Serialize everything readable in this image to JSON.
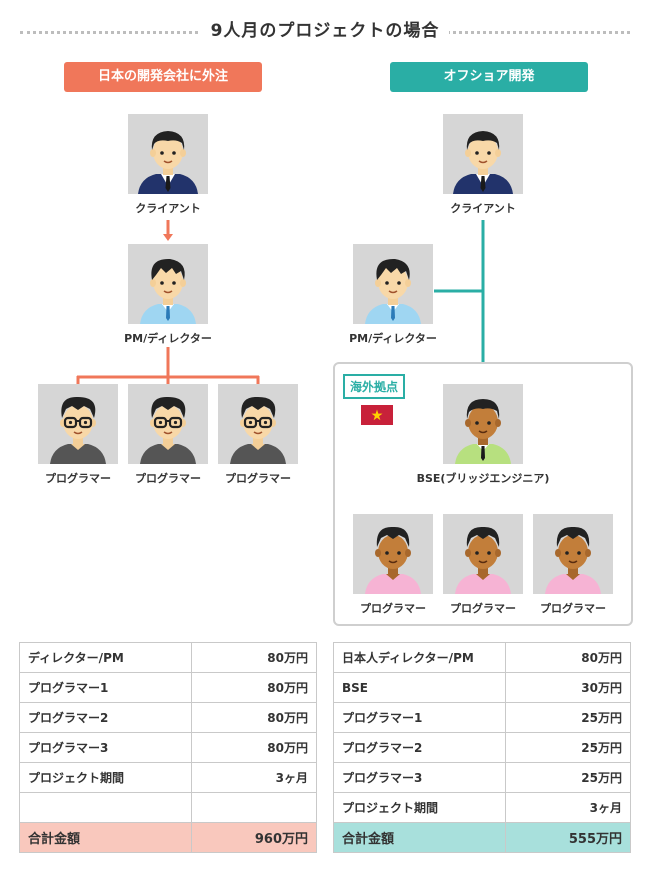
{
  "title": "9人月のプロジェクトの場合",
  "colors": {
    "orange": "#f0775a",
    "teal": "#2aaea5"
  },
  "left": {
    "header": "日本の開発会社に外注",
    "client": "クライアント",
    "pm": "PM/ディレクター",
    "programmers": [
      "プログラマー",
      "プログラマー",
      "プログラマー"
    ]
  },
  "right": {
    "header": "オフショア開発",
    "client": "クライアント",
    "pm": "PM/ディレクター",
    "base_label": "海外拠点",
    "flag_icon": "vietnam-flag-icon",
    "bse": "BSE(ブリッジエンジニア)",
    "programmers": [
      "プログラマー",
      "プログラマー",
      "プログラマー"
    ]
  },
  "left_table": {
    "rows": [
      [
        "ディレクター/PM",
        "80万円"
      ],
      [
        "プログラマー1",
        "80万円"
      ],
      [
        "プログラマー2",
        "80万円"
      ],
      [
        "プログラマー3",
        "80万円"
      ],
      [
        "プロジェクト期間",
        "3ヶ月"
      ],
      [
        "",
        ""
      ]
    ],
    "total": [
      "合計金額",
      "960万円"
    ]
  },
  "right_table": {
    "rows": [
      [
        "日本人ディレクター/PM",
        "80万円"
      ],
      [
        "BSE",
        "30万円"
      ],
      [
        "プログラマー1",
        "25万円"
      ],
      [
        "プログラマー2",
        "25万円"
      ],
      [
        "プログラマー3",
        "25万円"
      ],
      [
        "プロジェクト期間",
        "3ヶ月"
      ]
    ],
    "total": [
      "合計金額",
      "555万円"
    ]
  }
}
